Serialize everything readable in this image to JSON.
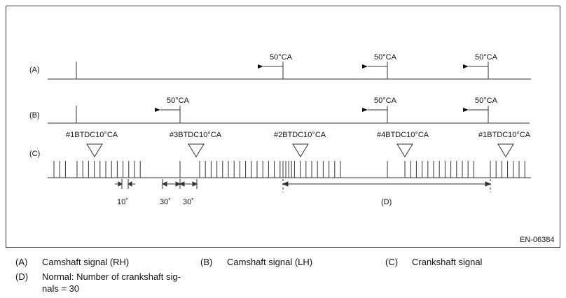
{
  "diagram": {
    "ca_label": "50°CA",
    "row_labels": {
      "a": "(A)",
      "b": "(B)",
      "c": "(C)"
    },
    "crank_markers": [
      "#1BTDC10°CA",
      "#3BTDC10°CA",
      "#2BTDC10°CA",
      "#4BTDC10°CA",
      "#1BTDC10°CA"
    ],
    "dims": {
      "d10": "10˚",
      "d30a": "30˚",
      "d30b": "30˚",
      "d_label": "(D)"
    },
    "code": "EN-06384"
  },
  "legend": {
    "a": {
      "key": "(A)",
      "text": "Camshaft signal (RH)"
    },
    "b": {
      "key": "(B)",
      "text": "Camshaft signal (LH)"
    },
    "c": {
      "key": "(C)",
      "text": "Crankshaft signal"
    },
    "d": {
      "key": "(D)",
      "text": "Normal: Number of crankshaft sig-\nnals = 30"
    }
  }
}
